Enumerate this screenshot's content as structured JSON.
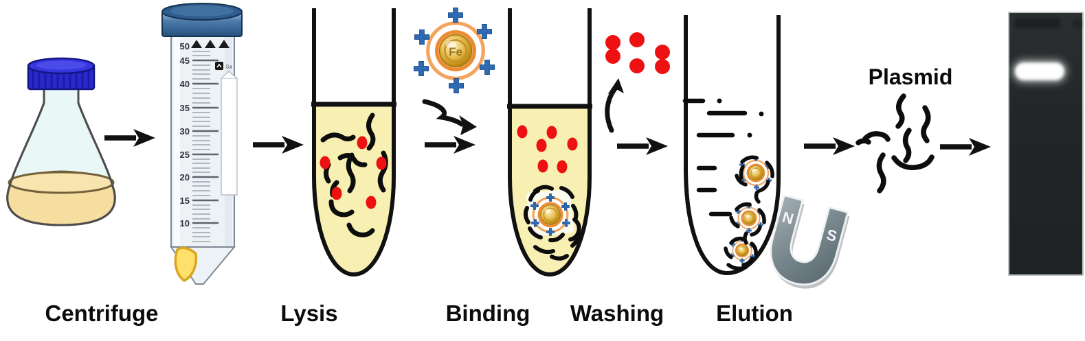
{
  "diagram": {
    "subject": "Plasmid extraction with magnetic beads workflow",
    "product_label": "Plasmid"
  },
  "steps": [
    {
      "label": "Centrifuge"
    },
    {
      "label": "Lysis"
    },
    {
      "label": "Binding"
    },
    {
      "label": "Washing"
    },
    {
      "label": "Elution"
    }
  ],
  "magnetic_bead": {
    "core_label": "Fe"
  },
  "magnet": {
    "north": "N",
    "south": "S"
  },
  "centrifuge_tube": {
    "max_mark": "50",
    "graduations": [
      "45",
      "40",
      "35",
      "30",
      "25",
      "20",
      "15",
      "10"
    ],
    "brand_text": "SA"
  },
  "colors": {
    "arrow_black": "#111111",
    "lysate_yellow": "#f8f0b2",
    "culture_tan": "#f6dda0",
    "flask_glass": "#e9f8f7",
    "flask_cap_blue": "#2a2acc",
    "tube_cap_blue": "#4f7fae",
    "impurity_red": "#ee1111",
    "charge_plus_blue": "#2e6bb2",
    "bead_gold": "#d9a62a",
    "bead_glow_orange": "#f0913c",
    "magnet_gray": "#76868c",
    "pellet_yellow": "#ffe06a",
    "gel_background": "#222627",
    "gel_band": "#ffffff"
  }
}
